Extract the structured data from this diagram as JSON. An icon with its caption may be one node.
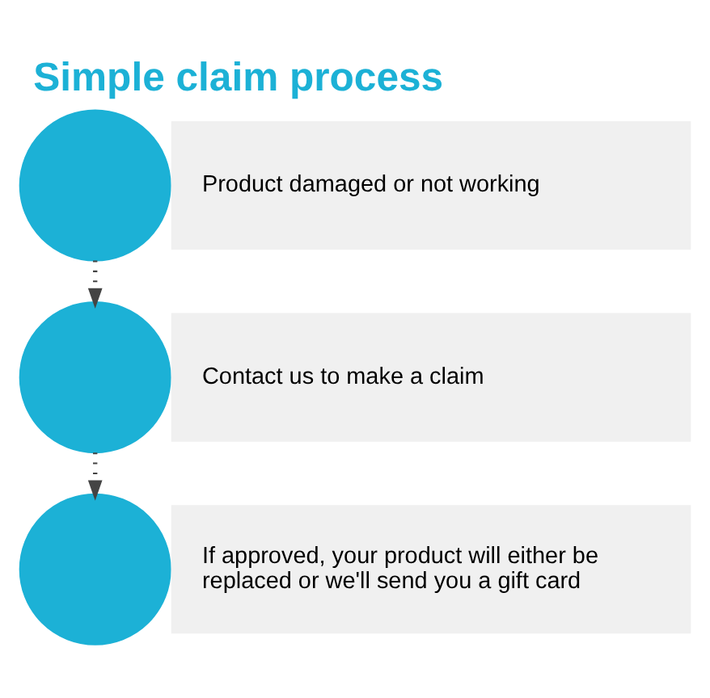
{
  "diagram": {
    "title": "Simple claim process",
    "nodes": [
      {
        "text": [],
        "shape": "circle"
      },
      {
        "text": [
          "Product damaged or not working"
        ]
      },
      {
        "text": [],
        "shape": "circle"
      },
      {
        "text": [
          "Contact us to make a claim"
        ]
      },
      {
        "text": [],
        "shape": "circle"
      },
      {
        "text": [
          "If approved, your product will either be replaced or we'll send you a gift card"
        ]
      }
    ],
    "edges": [
      {
        "from": 0,
        "to": 2,
        "arrow": "to",
        "style": "dashed"
      },
      {
        "from": 2,
        "to": 4,
        "arrow": "to",
        "style": "dashed"
      }
    ]
  }
}
